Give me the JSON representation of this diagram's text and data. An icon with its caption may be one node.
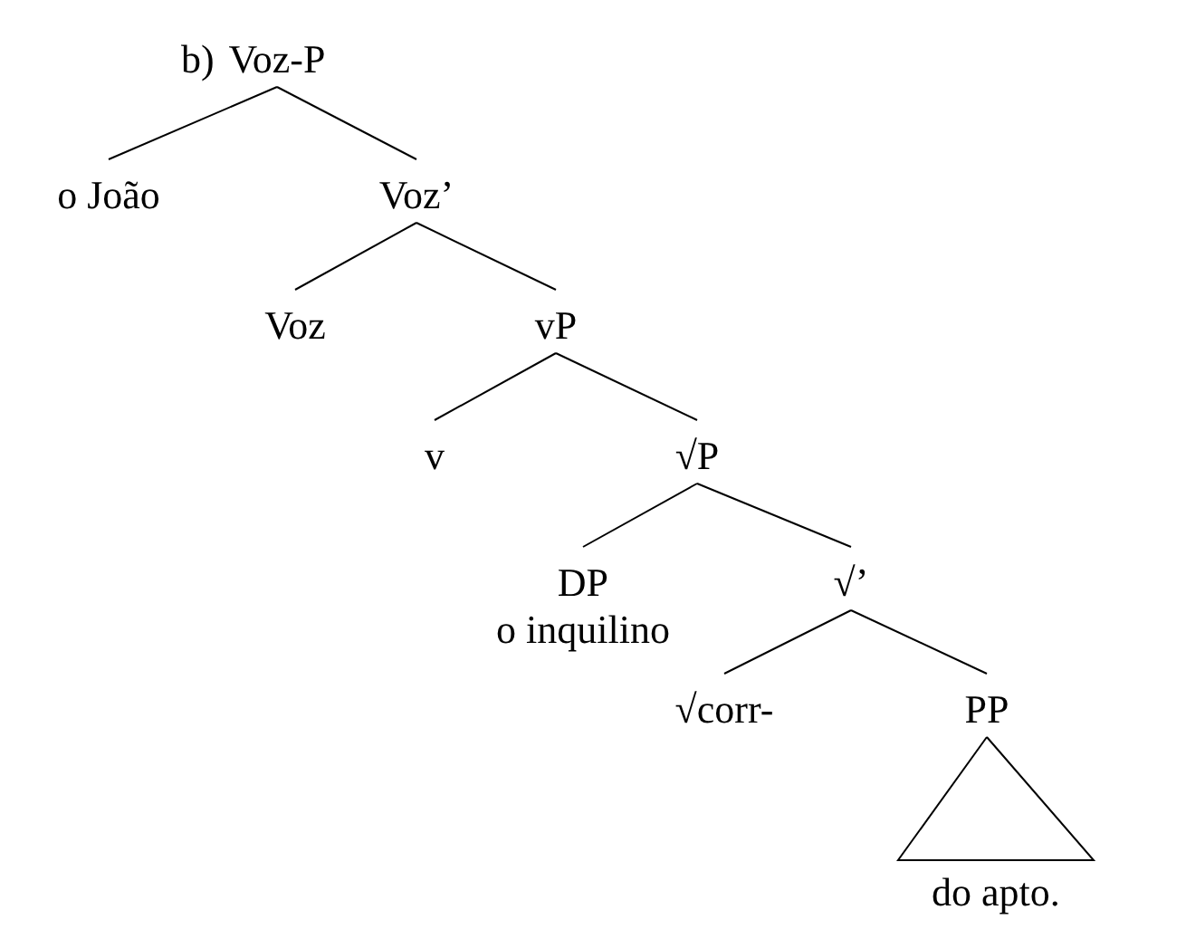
{
  "diagram": {
    "nodes": [
      {
        "text": [
          "Voz-P"
        ]
      },
      {
        "text": [
          "o João"
        ]
      },
      {
        "text": [
          "Voz’"
        ]
      },
      {
        "text": [
          "Voz"
        ]
      },
      {
        "text": [
          "vP"
        ]
      },
      {
        "text": [
          "v"
        ]
      },
      {
        "text": [
          "√P"
        ]
      },
      {
        "text": [
          "DP",
          "o inquilino"
        ]
      },
      {
        "text": [
          "√’"
        ]
      },
      {
        "text": [
          "√corr-"
        ]
      },
      {
        "text": [
          "PP"
        ]
      },
      {
        "text": [
          "do apto."
        ]
      }
    ],
    "edges": [
      {
        "from": 0,
        "to": 1,
        "arrow": "none"
      },
      {
        "from": 0,
        "to": 2,
        "arrow": "none"
      },
      {
        "from": 2,
        "to": 3,
        "arrow": "none"
      },
      {
        "from": 2,
        "to": 4,
        "arrow": "none"
      },
      {
        "from": 4,
        "to": 5,
        "arrow": "none"
      },
      {
        "from": 4,
        "to": 6,
        "arrow": "none"
      },
      {
        "from": 6,
        "to": 7,
        "arrow": "none"
      },
      {
        "from": 6,
        "to": 8,
        "arrow": "none"
      },
      {
        "from": 8,
        "to": 9,
        "arrow": "none"
      },
      {
        "from": 8,
        "to": 10,
        "arrow": "none"
      },
      {
        "from": 10,
        "to": 11,
        "arrow": "none"
      }
    ],
    "labels": [
      "b)"
    ]
  }
}
